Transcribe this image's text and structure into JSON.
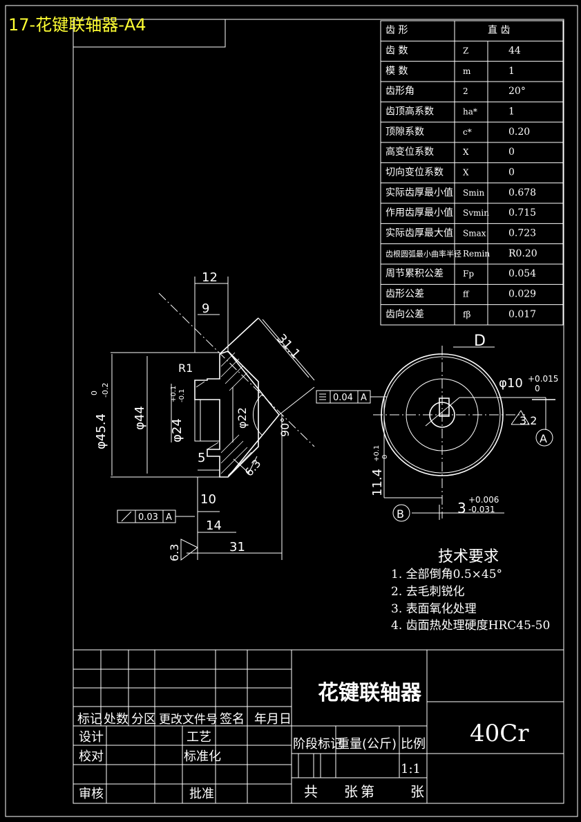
{
  "title": "17-花键联轴器-A4",
  "params": [
    {
      "name": "齿 形",
      "sym": "",
      "val": "直 齿"
    },
    {
      "name": "齿 数",
      "sym": "Z",
      "val": "44"
    },
    {
      "name": "模 数",
      "sym": "m",
      "val": "1"
    },
    {
      "name": "齿形角",
      "sym": "2",
      "val": "20°"
    },
    {
      "name": "齿顶高系数",
      "sym": "ha*",
      "val": "1"
    },
    {
      "name": "顶隙系数",
      "sym": "c*",
      "val": "0.20"
    },
    {
      "name": "高变位系数",
      "sym": "X",
      "val": "0"
    },
    {
      "name": "切向变位系数",
      "sym": "X",
      "val": "0"
    },
    {
      "name": "实际齿厚最小值",
      "sym": "Smin",
      "val": "0.678"
    },
    {
      "name": "作用齿厚最小值",
      "sym": "Svmin",
      "val": "0.715"
    },
    {
      "name": "实际齿厚最大值",
      "sym": "Smax",
      "val": "0.723"
    },
    {
      "name": "齿根圆弧最小曲率半径",
      "sym": "Remin",
      "val": "R0.20"
    },
    {
      "name": "周节累积公差",
      "sym": "Fp",
      "val": "0.054"
    },
    {
      "name": "齿形公差",
      "sym": "ff",
      "val": "0.029"
    },
    {
      "name": "齿向公差",
      "sym": "fβ",
      "val": "0.017"
    }
  ],
  "left_view": {
    "dim_12": "12",
    "dim_9": "9",
    "dim_31_1": "31.1",
    "dim_r1": "R1",
    "dim_45_4": "φ45.4",
    "tol_45_4_up": "0",
    "tol_45_4_lo": "-0.2",
    "dim_44": "φ44",
    "dim_24": "φ24",
    "tol_24_up": "+0.1",
    "tol_24_lo": "-0.1",
    "dim_22": "φ22",
    "angle_90": "90°",
    "dim_5": "5",
    "rough_63": "6.3",
    "dim_10": "10",
    "dim_14": "14",
    "dim_31": "31",
    "runout_value": "0.03",
    "runout_datum": "A",
    "rough_left": "6.3"
  },
  "right_view": {
    "label_d": "D",
    "dim_10": "φ10",
    "tol_10_up": "+0.015",
    "tol_10_lo": "0",
    "sym_value": "0.04",
    "sym_datum": "A",
    "rough_32": "3.2",
    "datum_a": "A",
    "dim_11_4": "11.4",
    "tol_11_4_up": "+0.1",
    "tol_11_4_lo": "0",
    "datum_b": "B",
    "dim_3": "3",
    "tol_3_up": "+0.006",
    "tol_3_lo": "-0.031"
  },
  "notes": {
    "heading": "技术要求",
    "items": [
      "1. 全部倒角0.5×45°",
      "2. 去毛刺锐化",
      "3. 表面氧化处理",
      "4. 齿面热处理硬度HRC45-50"
    ]
  },
  "titleblock": {
    "part_name": "花键联轴器",
    "material": "40Cr",
    "hdr": [
      "标记",
      "处数",
      "分区",
      "更改文件号",
      "签名",
      "年月日"
    ],
    "design": "设计",
    "process": "工艺",
    "check": "校对",
    "standard": "标准化",
    "review": "审核",
    "approve": "批准",
    "stage": "阶段标记",
    "weight": "重量(公斤)",
    "scale_label": "比例",
    "scale": "1:1",
    "sheets": [
      "共",
      "张",
      "第",
      "张"
    ]
  }
}
